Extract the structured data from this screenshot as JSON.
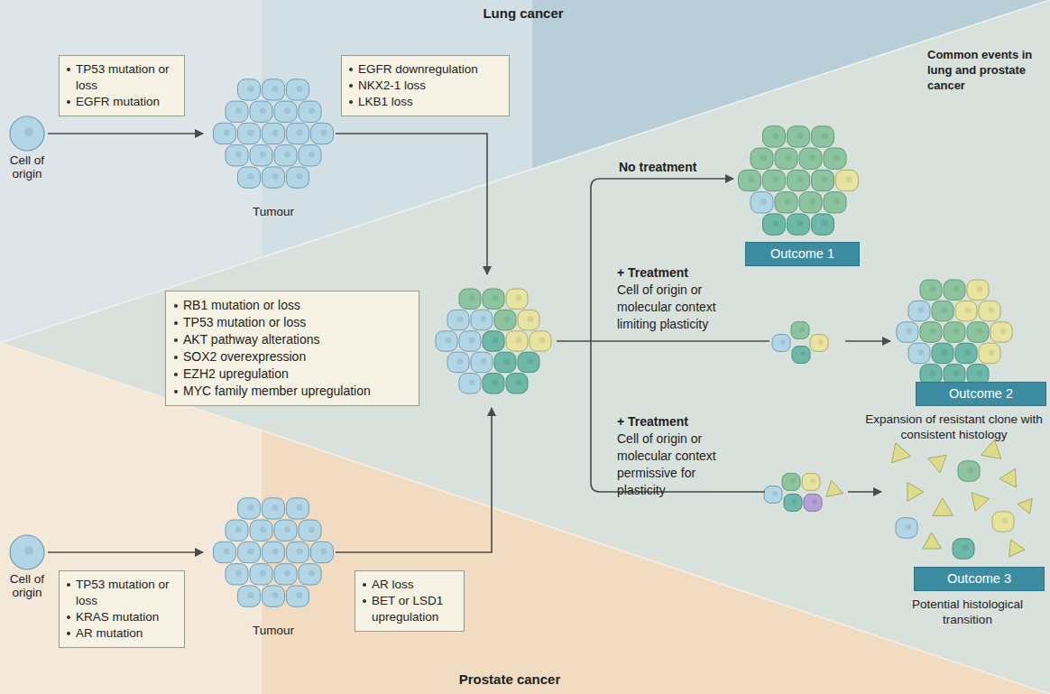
{
  "diagram": {
    "nodes": [
      {
        "text": [
          "Cell of origin"
        ]
      },
      {
        "text": [
          "TP53 mutation or loss",
          "EGFR mutation"
        ]
      },
      {
        "text": [
          "Tumour"
        ]
      },
      {
        "text": [
          "EGFR downregulation",
          "NKX2-1 loss",
          "LKB1 loss"
        ]
      },
      {
        "text": [
          "Cell of origin"
        ]
      },
      {
        "text": [
          "TP53 mutation or loss",
          "KRAS mutation",
          "AR mutation"
        ]
      },
      {
        "text": [
          "Tumour"
        ]
      },
      {
        "text": [
          "AR loss",
          "BET or LSD1 upregulation"
        ]
      },
      {
        "text": [
          "RB1 mutation or loss",
          "TP53 mutation or loss",
          "AKT pathway alterations",
          "SOX2 overexpression",
          "EZH2 upregulation",
          "MYC family member upregulation"
        ]
      },
      {
        "text": [
          "Outcome 1"
        ]
      },
      {
        "text": [
          "Outcome 2",
          "Expansion of resistant clone with consistent histology"
        ]
      },
      {
        "text": [
          "Outcome 3",
          "Potential histological transition"
        ]
      }
    ],
    "edges": [
      {
        "from": 0,
        "to": 2,
        "arrow": "to"
      },
      {
        "from": 4,
        "to": 6,
        "arrow": "to"
      }
    ],
    "labels": [
      "Lung cancer",
      "Common events in lung and prostate cancer",
      "No treatment",
      "+ Treatment",
      "Cell of origin or molecular context limiting plasticity",
      "+ Treatment",
      "Cell of origin or molecular context permissive for plasticity",
      "Prostate cancer"
    ]
  }
}
